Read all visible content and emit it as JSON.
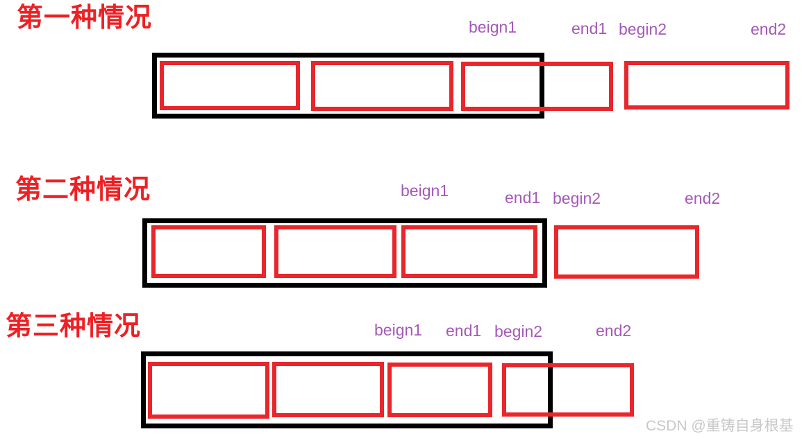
{
  "colors": {
    "outer_box_black": "#000000",
    "inner_box_red": "#e8262b",
    "title_red": "#ed2024",
    "label_purple": "#a558b8",
    "watermark_gray": "#c8c8c8",
    "background": "#ffffff"
  },
  "cases": [
    {
      "title": "第一种情况",
      "labels": [
        "beign1",
        "end1",
        "begin2",
        "end2"
      ]
    },
    {
      "title": "第二种情况",
      "labels": [
        "beign1",
        "end1",
        "begin2",
        "end2"
      ]
    },
    {
      "title": "第三种情况",
      "labels": [
        "beign1",
        "end1",
        "begin2",
        "end2"
      ]
    }
  ],
  "watermark": {
    "text": "CSDN @重铸自身根基"
  }
}
